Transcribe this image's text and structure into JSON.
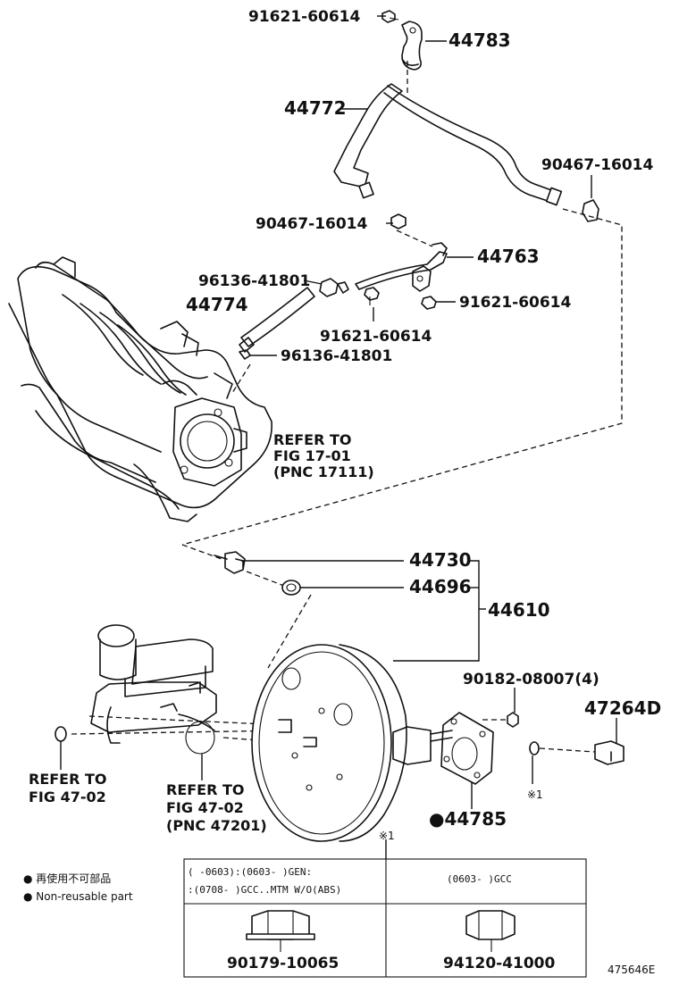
{
  "labels": {
    "p91621_top": "91621-60614",
    "p44783": "44783",
    "p44772": "44772",
    "p90467_right": "90467-16014",
    "p90467_left": "90467-16014",
    "p44763": "44763",
    "p96136_top": "96136-41801",
    "p44774": "44774",
    "p91621_right": "91621-60614",
    "p91621_bottom": "91621-60614",
    "p96136_bottom": "96136-41801",
    "p44730": "44730",
    "p44696": "44696",
    "p44610": "44610",
    "p90182": "90182-08007(4)",
    "p47264D": "47264D",
    "p44785": "●44785",
    "mark1": "※1",
    "mark1_top": "※1"
  },
  "refs": {
    "throttle": [
      "REFER TO",
      "FIG 17-01",
      "(PNC 17111)"
    ],
    "left": [
      "REFER TO",
      "FIG 47-02"
    ],
    "master": [
      "REFER TO",
      "FIG 47-02",
      "(PNC 47201)"
    ]
  },
  "legend": {
    "line1": "● 再使用不可部品",
    "line2": "● Non-reusable part"
  },
  "table": {
    "left_header_1": "(     -0603):(0603-     )GEN:",
    "left_header_2": ":(0708-     )GCC..MTM W/O(ABS)",
    "right_header": "(0603-     )GCC",
    "left_part": "90179-10065",
    "right_part": "94120-41000"
  },
  "figure_id": "475646E"
}
